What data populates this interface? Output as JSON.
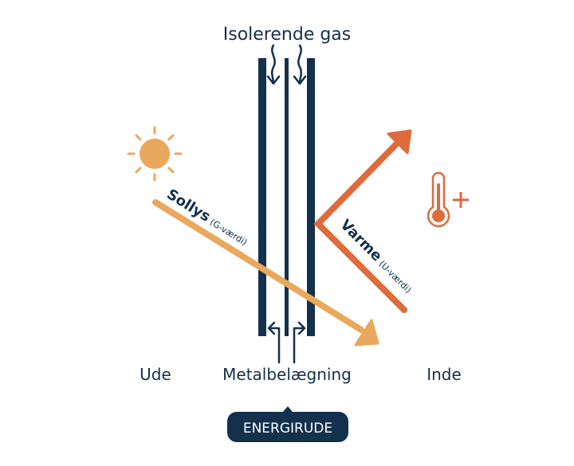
{
  "title": "Isolerende gas",
  "labels": {
    "outside": "Ude",
    "coating": "Metalbelægning",
    "inside": "Inde",
    "sunlight": "Sollys",
    "sunlight_sub": "(G-værdi)",
    "heat": "Varme",
    "heat_sub": "(U-værdi)"
  },
  "badge": "ENERGIRUDE",
  "icons": {
    "sun": "sun-icon",
    "thermometer": "thermometer-plus-icon"
  },
  "colors": {
    "navy": "#13304d",
    "sun_orange": "#e9a85c",
    "heat_orange": "#dd6b3c"
  }
}
